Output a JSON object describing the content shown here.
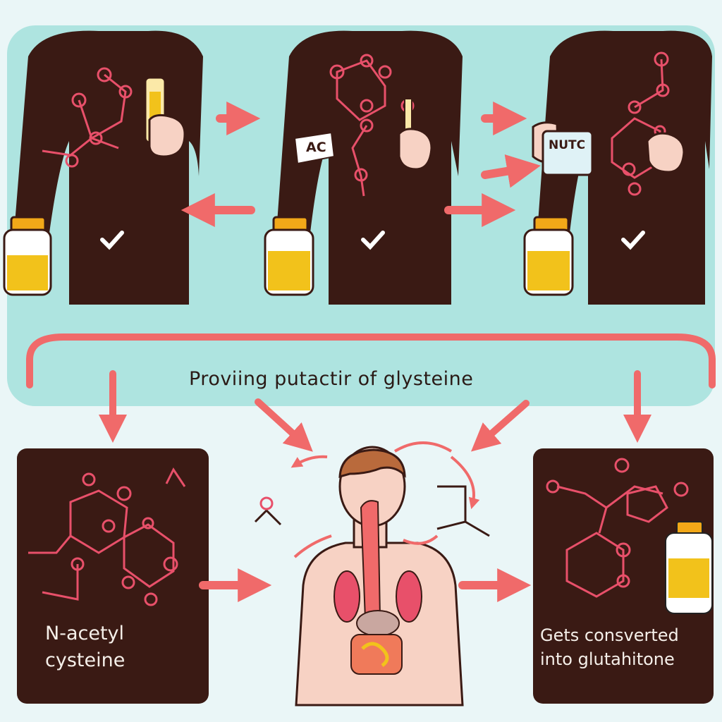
{
  "title": "Proviing putactir of glysteine",
  "left_box_label_line1": "N-acetyl",
  "left_box_label_line2": "cysteine",
  "right_box_label_line1": "Gets consverted",
  "right_box_label_line2": "into glutahitone",
  "tag_ac": "AC",
  "tag_nutc": "NUTC",
  "colors": {
    "background": "#eaf6f7",
    "panel": "#aee4e0",
    "torso": "#3a1a14",
    "arrow": "#f06a6a",
    "molecule": "#e8506a",
    "bottle_fill": "#f2c21b",
    "skin": "#f7d2c4"
  }
}
